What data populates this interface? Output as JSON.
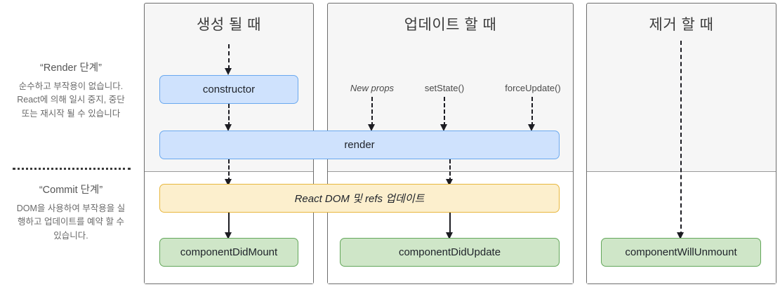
{
  "legend": {
    "render_phase": {
      "title": "“Render 단계”",
      "body": "순수하고 부작용이 없습니다. React에 의해 일시 중지, 중단 또는 재시작 될 수 있습니다"
    },
    "commit_phase": {
      "title": "“Commit 단계”",
      "body": "DOM을 사용하여 부작용을 실행하고 업데이트를 예약 할 수 있습니다."
    }
  },
  "columns": [
    {
      "id": "mounting",
      "title": "생성 될 때"
    },
    {
      "id": "updating",
      "title": "업데이트 할 때"
    },
    {
      "id": "unmounting",
      "title": "제거 할 때"
    }
  ],
  "triggers": [
    {
      "label": "New props",
      "italic": true
    },
    {
      "label": "setState()",
      "italic": false
    },
    {
      "label": "forceUpdate()",
      "italic": false
    }
  ],
  "nodes": {
    "constructor": "constructor",
    "render": "render",
    "dom_update": "React DOM 및 refs 업데이트",
    "did_mount": "componentDidMount",
    "did_update": "componentDidUpdate",
    "will_unmount": "componentWillUnmount"
  },
  "colors": {
    "blue_fill": "#cfe2fd",
    "blue_border": "#6aa9ef",
    "yellow_fill": "#fcefcd",
    "yellow_border": "#e8b73e",
    "green_fill": "#cfe6c8",
    "green_border": "#63a75a",
    "band_bg": "#f6f6f6",
    "band_border": "#6d6d6d",
    "connector": "#1c1c22"
  }
}
